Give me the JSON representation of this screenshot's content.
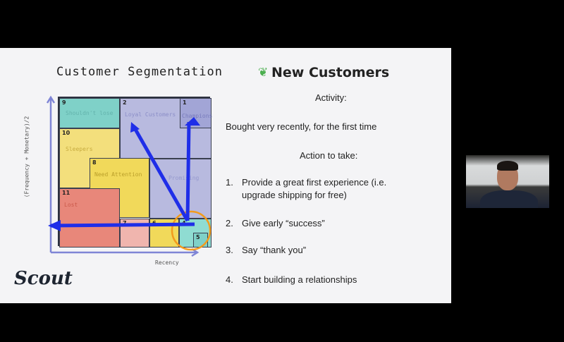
{
  "slide": {
    "left_title": "Customer Segmentation",
    "y_axis_label": "(Frequency + Monetary)/2",
    "x_axis_label": "Recency",
    "segments": [
      {
        "num": "9",
        "label": "Shouldn't lose",
        "color": "#7fd1c8"
      },
      {
        "num": "2",
        "label": "Loyal Customers",
        "color": "#b8badf"
      },
      {
        "num": "1",
        "label": "Champions",
        "color": "#a2a5d6"
      },
      {
        "num": "10",
        "label": "Sleepers",
        "color": "#f3df7c"
      },
      {
        "num": "8",
        "label": "Need Attention",
        "color": "#f1d95a"
      },
      {
        "num": "",
        "label": "Promising",
        "color": "#b8badf"
      },
      {
        "num": "11",
        "label": "Lost",
        "color": "#e8877a"
      },
      {
        "num": "7",
        "label": "",
        "color": "#f0b5ae"
      },
      {
        "num": "6",
        "label": "",
        "color": "#f1d95a"
      },
      {
        "num": "4",
        "label": "",
        "color": "#8fdcd2"
      },
      {
        "num": "5",
        "label": "",
        "color": "#7fd1c8"
      }
    ],
    "highlight_color": "#f29b1d",
    "arrow_color": "#1f2ee8",
    "right_title": "New Customers",
    "title_icon": "sprout-icon",
    "activity_heading": "Activity:",
    "activity_text": "Bought very recently, for the first time",
    "action_heading": "Action to take:",
    "actions": [
      {
        "num": "1.",
        "text": "Provide a great first experience (i.e.",
        "text2": "upgrade shipping for free)"
      },
      {
        "num": "2.",
        "text": "Give early “success”"
      },
      {
        "num": "3.",
        "text": "Say “thank you”"
      },
      {
        "num": "4.",
        "text": "Start building a relationships"
      }
    ],
    "logo": "Scout"
  }
}
